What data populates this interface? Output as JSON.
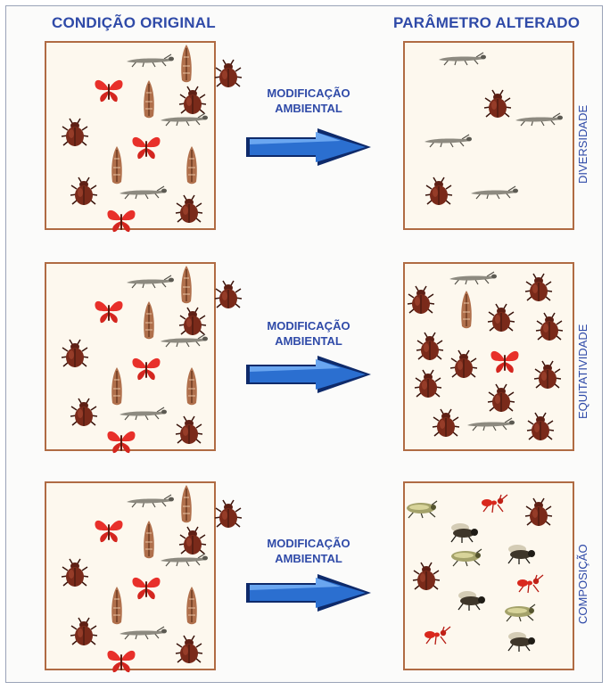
{
  "headers": {
    "original": "CONDIÇÃO ORIGINAL",
    "altered": "PARÂMETRO ALTERADO"
  },
  "rows": [
    {
      "arrow_label": [
        "MODIFICAÇÃO",
        "AMBIENTAL"
      ],
      "parameter": "DIVERSIDADE"
    },
    {
      "arrow_label": [
        "MODIFICAÇÃO",
        "AMBIENTAL"
      ],
      "parameter": "EQUITATIVIDADE"
    },
    {
      "arrow_label": [
        "MODIFICAÇÃO",
        "AMBIENTAL"
      ],
      "parameter": "COMPOSIÇÃO"
    }
  ],
  "colors": {
    "label": "#2f4aa8",
    "box_border": "#b06b43",
    "arrow": "#2b6fd0"
  },
  "icons": [
    "butterfly-icon",
    "beetle-icon",
    "mantis-icon",
    "moth-icon",
    "cricket-icon",
    "ant-icon",
    "fly-icon"
  ]
}
